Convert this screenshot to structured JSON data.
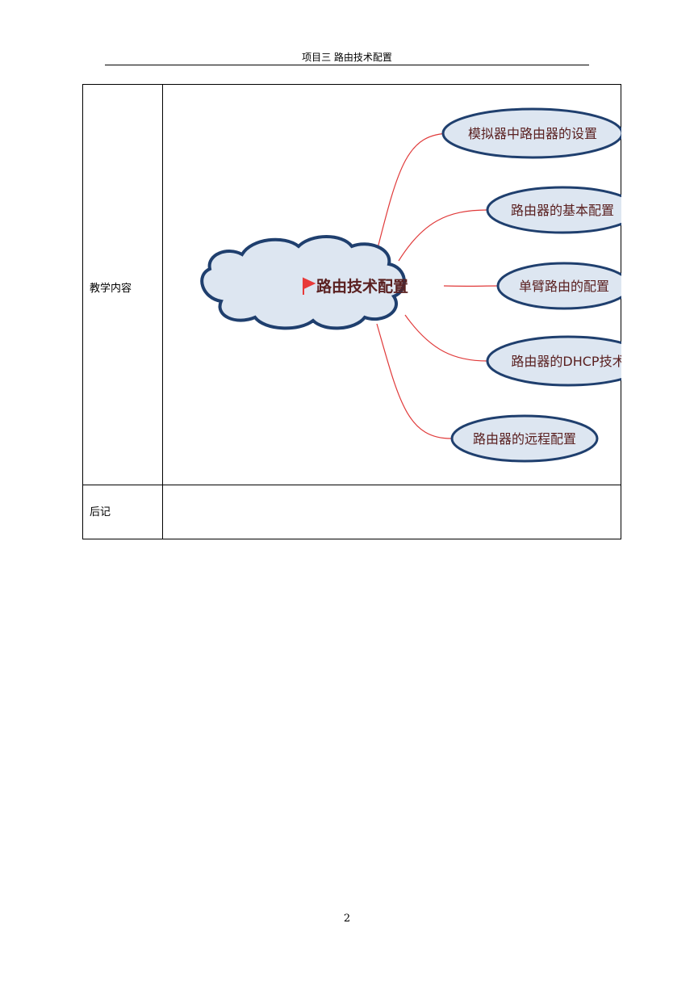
{
  "header": {
    "title": "项目三  路由技术配置"
  },
  "table": {
    "rows": [
      {
        "label": "教学内容"
      },
      {
        "label": "后记"
      }
    ]
  },
  "mindmap": {
    "central": "路由技术配置",
    "branches": [
      "模拟器中路由器的设置",
      "路由器的基本配置",
      "单臂路由的配置",
      "路由器的DHCP技术",
      "路由器的远程配置"
    ],
    "colors": {
      "node_fill": "#dde6f1",
      "node_border": "#1f3f6e",
      "text": "#5a2020",
      "connector": "#e03a3a",
      "flag": "#e83a3a"
    }
  },
  "footer": {
    "page_number": "2"
  }
}
